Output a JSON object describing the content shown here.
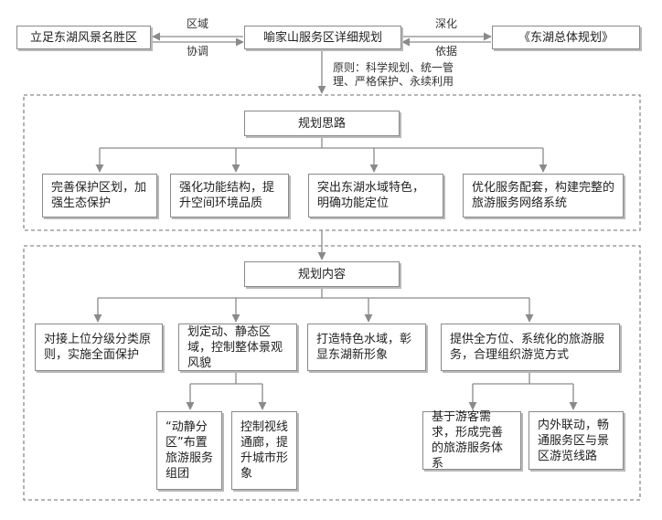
{
  "colors": {
    "stroke": "#8a8a8a",
    "text": "#222222"
  },
  "top": {
    "left": "立足东湖风景名胜区",
    "middle": "喻家山服务区详细规划",
    "right": "《东湖总体规划》",
    "left_arrow_top": "区域",
    "left_arrow_bottom": "协调",
    "right_arrow_top": "深化",
    "right_arrow_bottom": "依据",
    "principle_line1": "原则：科学规划、统一管",
    "principle_line2": "理、严格保护、永续利用"
  },
  "thinking": {
    "title": "规划思路",
    "items": [
      "完善保护区划，加强生态保护",
      "强化功能结构，提升空间环境品质",
      "突出东湖水域特色，明确功能定位",
      "优化服务配套，构建完整的旅游服务网络系统"
    ]
  },
  "content": {
    "title": "规划内容",
    "items": [
      "对接上位分级分类原则，实施全面保护",
      "划定动、静态区域，控制整体景观风貌",
      "打造特色水域，彰显东湖新形象",
      "提供全方位、系统化的旅游服务，合理组织游览方式"
    ],
    "sub_b": [
      "“动静分区”布置旅游服务组团",
      "控制视线通廊，提升城市形象"
    ],
    "sub_d": [
      "基于游客需求，形成完善的旅游服务体系",
      "内外联动，畅通服务区与景区游览线路"
    ]
  }
}
